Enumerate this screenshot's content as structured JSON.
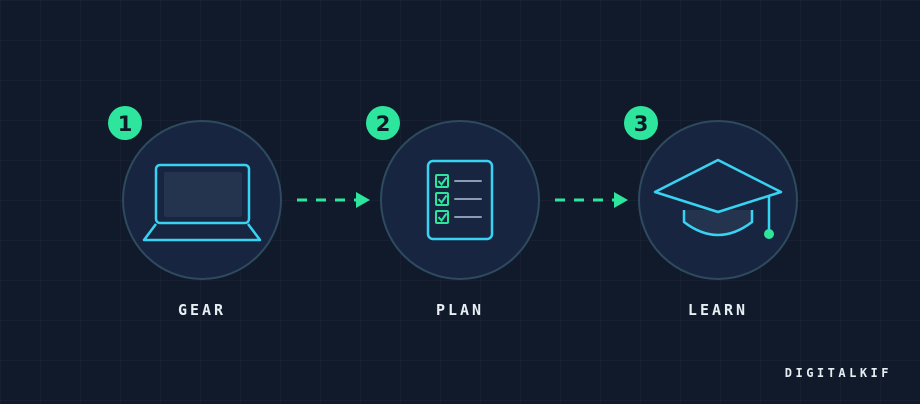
{
  "steps": [
    {
      "number": "1",
      "label": "GEAR",
      "icon": "laptop-icon"
    },
    {
      "number": "2",
      "label": "PLAN",
      "icon": "checklist-icon"
    },
    {
      "number": "3",
      "label": "LEARN",
      "icon": "graduation-cap-icon"
    }
  ],
  "brand": "DIGITALKIF",
  "colors": {
    "background": "#111a2b",
    "circle_fill": "#182540",
    "circle_stroke": "#2d4a5e",
    "icon_stroke": "#38d3f2",
    "accent": "#2ee59d",
    "badge_text": "#0d1a26",
    "label_text": "#e6edf3"
  }
}
